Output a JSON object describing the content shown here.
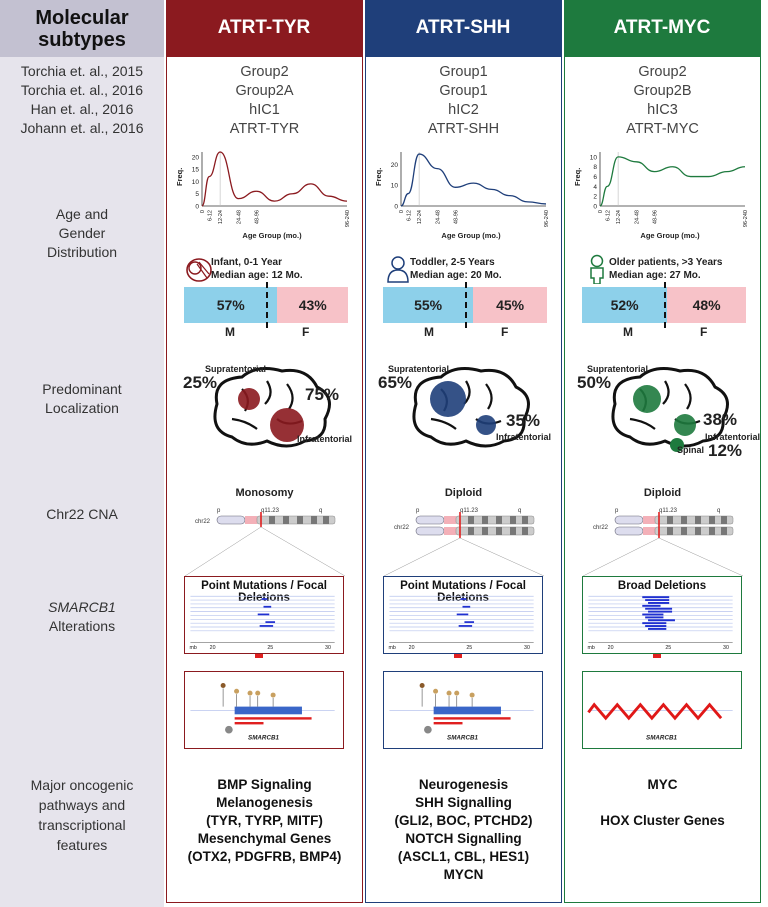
{
  "header": {
    "title": "Molecular subtypes"
  },
  "row_labels": {
    "age": "Age and Gender Distribution",
    "localization": "Predominant Localization",
    "chr22": "Chr22 CNA",
    "smarcb1_italic": "SMARCB1",
    "smarcb1_rest": "Alterations",
    "pathways": "Major oncogenic pathways and transcriptional features"
  },
  "citations": [
    "Torchia et. al., 2015",
    "Torchia et. al., 2016",
    "Han et. al., 2016",
    "Johann et. al., 2016"
  ],
  "axis": {
    "ylabel": "Freq.",
    "xlabel": "Age Group (mo.)",
    "xticks": [
      "0",
      "6-12",
      "12-24",
      "24-48",
      "48-96",
      "96-240"
    ]
  },
  "common": {
    "male": "M",
    "female": "F",
    "chr_name": "chr22",
    "p_arm": "p",
    "q_arm": "q",
    "band": "q11.23",
    "gene": "SMARCB1",
    "mb": "mb",
    "mb_ticks": [
      "20",
      "25",
      "30"
    ],
    "supratentorial": "Supratentorial",
    "infratentorial": "Infratentorial",
    "spinal": "Spinal"
  },
  "colors": {
    "tyr": "#8b1a1f",
    "shh": "#1f3f7a",
    "myc": "#1e7a3e",
    "male_bar": "#8dd0ea",
    "female_bar": "#f7c2c8",
    "left_header": "#c3c1d1",
    "left_bg": "#e6e4ec"
  },
  "subtypes": [
    {
      "key": "tyr",
      "name": "ATRT-TYR",
      "groups": [
        "Group2",
        "Group2A",
        "hIC1",
        "ATRT-TYR"
      ],
      "age_curve": {
        "yticks": [
          "0",
          "5",
          "10",
          "15",
          "20"
        ],
        "ymax": 22,
        "x": [
          0,
          0.4,
          1,
          2,
          3,
          4,
          5,
          6,
          7,
          8
        ],
        "y": [
          0,
          12,
          22,
          3,
          6,
          2,
          5,
          9,
          4,
          2
        ]
      },
      "age_group": "Infant, 0-1 Year",
      "median_age": "Median age: 12 Mo.",
      "age_icon": "infant-icon",
      "male_pct": "57%",
      "female_pct": "43%",
      "male_frac": 0.57,
      "supra_pct": "25%",
      "infra_pct": "75%",
      "chr22_state": "Monosomy",
      "chr_copies": 1,
      "alteration_title": "Point Mutations / Focal Deletions",
      "alteration_type": "focal",
      "pathways": [
        "BMP Signaling",
        "Melanogenesis",
        "(TYR, TYRP, MITF)",
        "Mesenchymal Genes",
        "(OTX2, PDGFRB, BMP4)"
      ]
    },
    {
      "key": "shh",
      "name": "ATRT-SHH",
      "groups": [
        "Group1",
        "Group1",
        "hIC2",
        "ATRT-SHH"
      ],
      "age_curve": {
        "yticks": [
          "0",
          "10",
          "20"
        ],
        "ymax": 26,
        "x": [
          0,
          0.4,
          1,
          2,
          3,
          4,
          5,
          6,
          7,
          8
        ],
        "y": [
          0,
          6,
          25,
          18,
          9,
          11,
          8,
          5,
          2,
          1
        ]
      },
      "age_group": "Toddler, 2-5 Years",
      "median_age": "Median age: 20 Mo.",
      "age_icon": "toddler-icon",
      "male_pct": "55%",
      "female_pct": "45%",
      "male_frac": 0.55,
      "supra_pct": "65%",
      "infra_pct": "35%",
      "chr22_state": "Diploid",
      "chr_copies": 2,
      "alteration_title": "Point Mutations / Focal Deletions",
      "alteration_type": "focal",
      "pathways": [
        "Neurogenesis",
        "SHH Signalling",
        "(GLI2, BOC, PTCHD2)",
        "NOTCH Signalling",
        "(ASCL1, CBL, HES1)",
        "MYCN"
      ]
    },
    {
      "key": "myc",
      "name": "ATRT-MYC",
      "groups": [
        "Group2",
        "Group2B",
        "hIC3",
        "ATRT-MYC"
      ],
      "age_curve": {
        "yticks": [
          "0",
          "2",
          "4",
          "6",
          "8",
          "10"
        ],
        "ymax": 11,
        "x": [
          0,
          0.4,
          1,
          2,
          3,
          4,
          5,
          6,
          7,
          8
        ],
        "y": [
          0,
          4,
          10,
          9,
          7,
          8,
          6,
          6,
          7,
          8
        ]
      },
      "age_group": "Older patients, >3 Years",
      "median_age": "Median age: 27 Mo.",
      "age_icon": "child-icon",
      "male_pct": "52%",
      "female_pct": "48%",
      "male_frac": 0.52,
      "supra_pct": "50%",
      "infra_pct": "38%",
      "spinal_pct": "12%",
      "chr22_state": "Diploid",
      "chr_copies": 2,
      "alteration_title": "Broad Deletions",
      "alteration_type": "broad",
      "pathways": [
        "MYC",
        "",
        "HOX Cluster Genes"
      ]
    }
  ]
}
